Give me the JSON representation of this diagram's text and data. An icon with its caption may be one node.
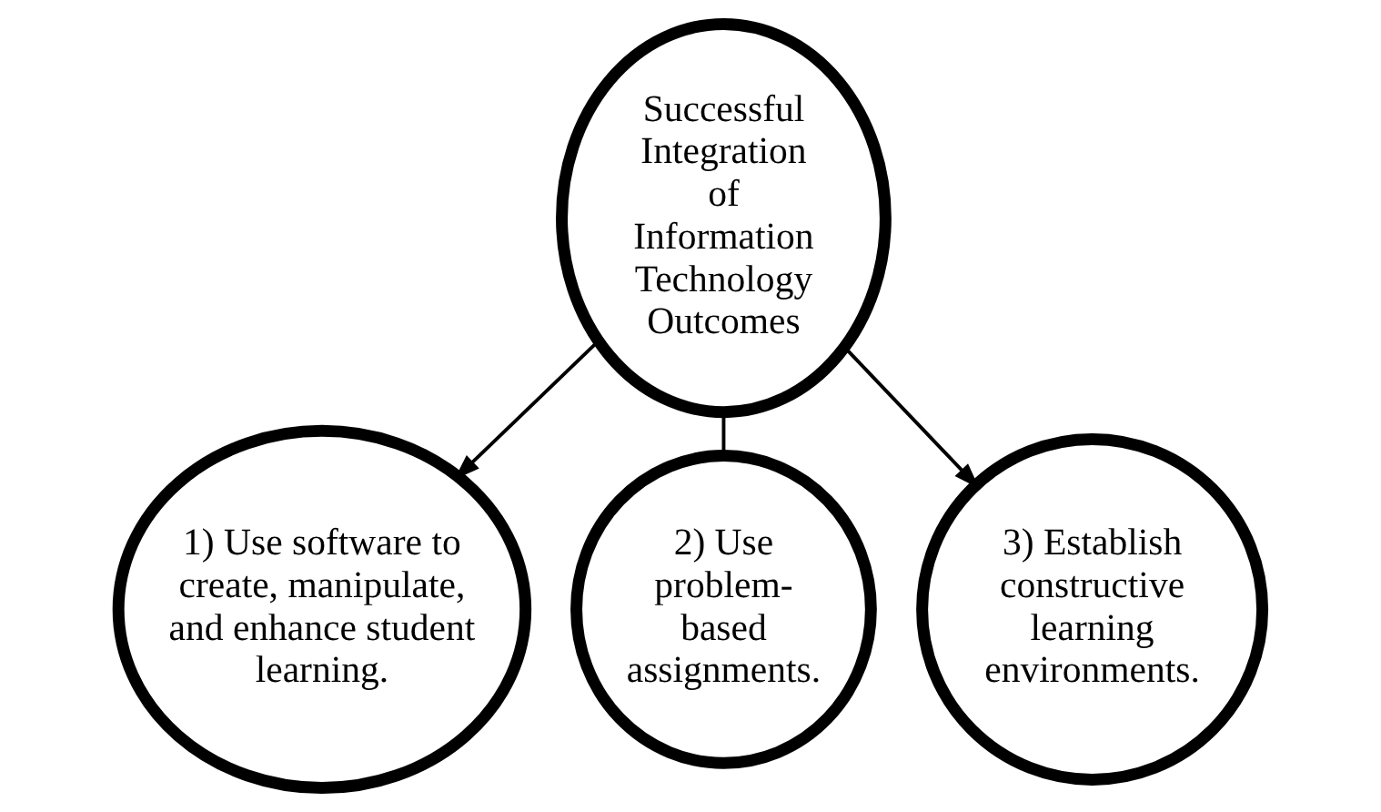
{
  "diagram": {
    "nodes": [
      {
        "text": [
          "Successful Integration of Information Technology Outcomes"
        ]
      },
      {
        "text": [
          "1) Use software to create, manipulate, and enhance student learning."
        ]
      },
      {
        "text": [
          "2) Use problem-based assignments."
        ]
      },
      {
        "text": [
          "3) Establish constructive learning environments."
        ]
      }
    ],
    "edges": [
      {
        "from": 0,
        "to": 1,
        "arrow": "to"
      },
      {
        "from": 0,
        "to": 2,
        "arrow": "none"
      },
      {
        "from": 0,
        "to": 3,
        "arrow": "to"
      }
    ]
  }
}
